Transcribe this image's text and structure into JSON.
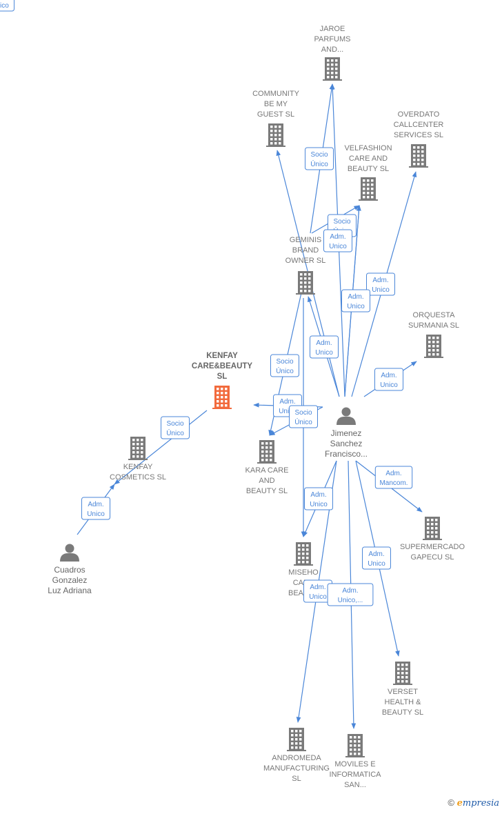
{
  "nodes": [
    {
      "id": "jaroe",
      "kind": "company",
      "lines": [
        "JAROE",
        "PARFUMS",
        "AND..."
      ],
      "icon": "building-icon"
    },
    {
      "id": "community",
      "kind": "company",
      "lines": [
        "COMMUNITY",
        "BE MY",
        "GUEST SL"
      ],
      "icon": "building-icon"
    },
    {
      "id": "overdato",
      "kind": "company",
      "lines": [
        "OVERDATO",
        "CALLCENTER",
        "SERVICES  SL"
      ],
      "icon": "building-icon"
    },
    {
      "id": "velfashion",
      "kind": "company",
      "lines": [
        "VELFASHION",
        "CARE AND",
        "BEAUTY  SL"
      ],
      "icon": "building-icon"
    },
    {
      "id": "geminis",
      "kind": "company",
      "lines": [
        "GEMINIS",
        "BRAND",
        "OWNER  SL"
      ],
      "icon": "building-icon"
    },
    {
      "id": "orquesta",
      "kind": "company",
      "lines": [
        "ORQUESTA",
        "SURMANIA SL"
      ],
      "icon": "building-icon"
    },
    {
      "id": "kenfay_cb",
      "kind": "company",
      "focus": true,
      "lines": [
        "KENFAY",
        "CARE&BEAUTY",
        "SL"
      ],
      "icon": "building-icon"
    },
    {
      "id": "kenfay_cos",
      "kind": "company",
      "lines": [
        "KENFAY",
        "COSMETICS SL"
      ],
      "icon": "building-icon"
    },
    {
      "id": "kara",
      "kind": "company",
      "lines": [
        "KARA CARE",
        "AND",
        "BEAUTY  SL"
      ],
      "icon": "building-icon"
    },
    {
      "id": "jimenez",
      "kind": "person",
      "lines": [
        "Jimenez",
        "Sanchez",
        "Francisco..."
      ],
      "icon": "person-icon"
    },
    {
      "id": "supermercado",
      "kind": "company",
      "lines": [
        "SUPERMERCADO",
        "GAPECU  SL"
      ],
      "icon": "building-icon"
    },
    {
      "id": "cuadros",
      "kind": "person",
      "lines": [
        "Cuadros",
        "Gonzalez",
        "Luz Adriana"
      ],
      "icon": "person-icon"
    },
    {
      "id": "miseho",
      "kind": "company",
      "lines": [
        "MISEHO",
        "CARE",
        "BEAUTY"
      ],
      "icon": "building-icon"
    },
    {
      "id": "verset",
      "kind": "company",
      "lines": [
        "VERSET",
        "HEALTH &",
        "BEAUTY  SL"
      ],
      "icon": "building-icon"
    },
    {
      "id": "andromeda",
      "kind": "company",
      "lines": [
        "ANDROMEDA",
        "MANUFACTURING",
        "SL"
      ],
      "icon": "building-icon"
    },
    {
      "id": "moviles",
      "kind": "company",
      "lines": [
        "MOVILES E",
        "INFORMATICA",
        "SAN..."
      ],
      "icon": "building-icon"
    }
  ],
  "edges": [
    {
      "from": "geminis",
      "to": "jaroe",
      "label": [
        "Socio",
        "Único"
      ]
    },
    {
      "from": "jimenez",
      "to": "jaroe",
      "label": []
    },
    {
      "from": "jimenez",
      "to": "community",
      "label": []
    },
    {
      "from": "jimenez",
      "to": "velfashion",
      "label": [
        "Socio",
        "Único"
      ]
    },
    {
      "from": "geminis",
      "to": "velfashion",
      "label": [
        "Adm.",
        "Unico"
      ]
    },
    {
      "from": "jimenez",
      "to": "overdato",
      "label": [
        "Adm.",
        "Unico"
      ]
    },
    {
      "from": "jimenez",
      "to": "velfashion",
      "label": [
        "Adm.",
        "Unico"
      ]
    },
    {
      "from": "jimenez",
      "to": "geminis",
      "label": [
        "Adm.",
        "Unico"
      ]
    },
    {
      "from": "jimenez",
      "to": "orquesta",
      "label": [
        "Adm.",
        "Unico"
      ]
    },
    {
      "from": "geminis",
      "to": "kara",
      "label": [
        "Socio",
        "Único"
      ]
    },
    {
      "from": "jimenez",
      "to": "kenfay_cb",
      "label": [
        "Adm.",
        "Unico"
      ]
    },
    {
      "from": "jimenez",
      "to": "kara",
      "label": [
        "Socio",
        "Único"
      ]
    },
    {
      "from": "kenfay_cb",
      "to": "kenfay_cos",
      "label": [
        "Socio",
        "Único"
      ]
    },
    {
      "from": "cuadros",
      "to": "kenfay_cos",
      "label": [
        "Adm.",
        "Unico"
      ]
    },
    {
      "from": "jimenez",
      "to": "supermercado",
      "label": [
        "Adm.",
        "Mancom."
      ]
    },
    {
      "from": "jimenez",
      "to": "miseho",
      "label": [
        "Adm.",
        "Unico"
      ]
    },
    {
      "from": "geminis",
      "to": "miseho",
      "label": [
        "Adm.",
        "Unico"
      ]
    },
    {
      "from": "jimenez",
      "to": "verset",
      "label": [
        "Adm.",
        "Unico"
      ]
    },
    {
      "from": "jimenez",
      "to": "andromeda",
      "label": [
        "Adm.",
        "Unico"
      ]
    },
    {
      "from": "jimenez",
      "to": "moviles",
      "label": [
        "Adm.",
        "Unico,..."
      ]
    }
  ],
  "footer": {
    "copyright": "©",
    "brand_e": "e",
    "brand_rest": "mpresia"
  }
}
